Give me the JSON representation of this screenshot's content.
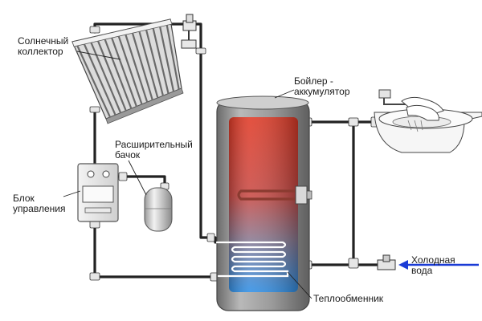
{
  "labels": {
    "solar_collector": [
      "Солнечный",
      "коллектор"
    ],
    "boiler": [
      "Бойлер -",
      "аккумулятор"
    ],
    "expansion_tank": [
      "Расширительный",
      "бачок"
    ],
    "control_unit": [
      "Блок",
      "управления"
    ],
    "cold_water": [
      "Холодная",
      "вода"
    ],
    "heat_exchanger": "Теплообменник"
  },
  "colors": {
    "pipe": "#222222",
    "hot_water": "#e8402a",
    "cold_water": "#2a8ee0",
    "boiler_shell": "#8d8d8d",
    "collector": "#d0d0d0",
    "cold_arrow": "#1a3bd6"
  }
}
